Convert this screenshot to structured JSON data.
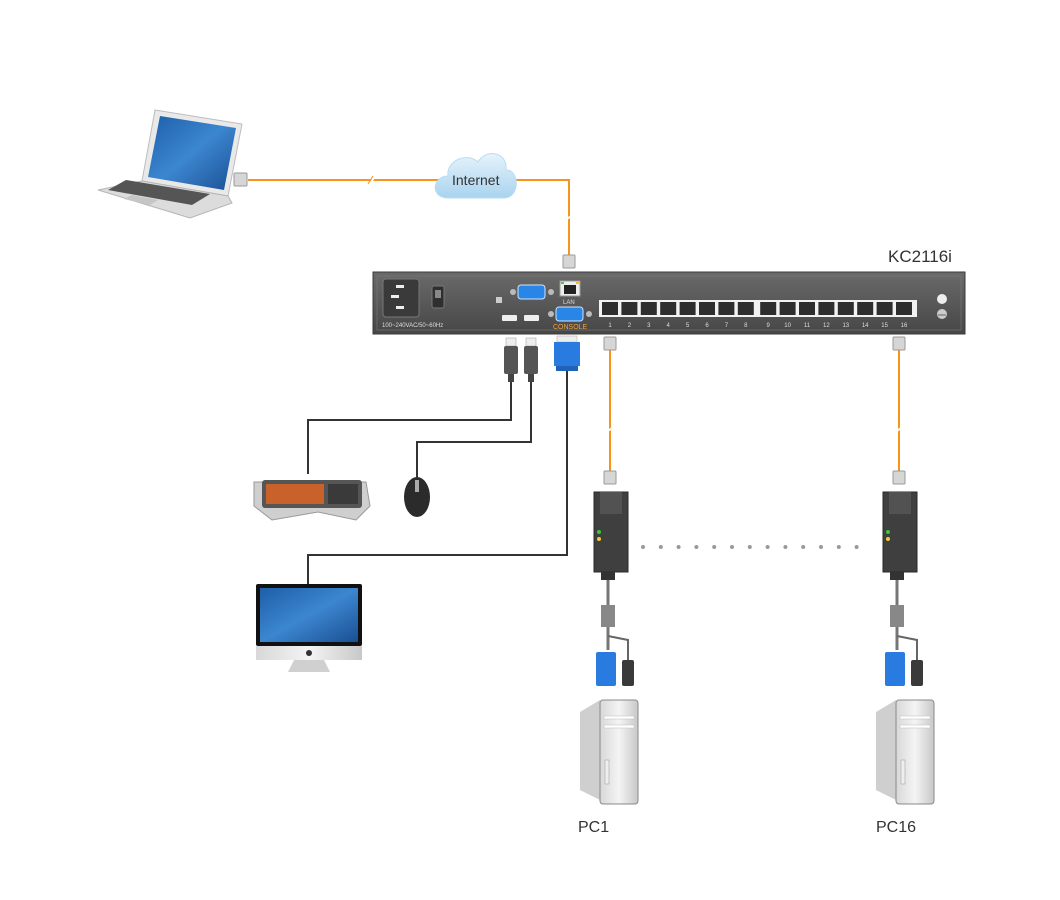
{
  "diagram": {
    "title": "KC2116i",
    "cloud_label": "Internet",
    "power_rating": "100~240VAC/50~60Hz",
    "lan_label": "LAN",
    "console_label": "CONSOLE",
    "port_numbers": [
      "1",
      "2",
      "3",
      "4",
      "5",
      "6",
      "7",
      "8",
      "9",
      "10",
      "11",
      "12",
      "13",
      "14",
      "15",
      "16"
    ],
    "pc_labels": [
      "PC1",
      "PC16"
    ],
    "colors": {
      "network_cable": "#f7941d",
      "console_cable": "#333333",
      "device_body": "#555555",
      "vga_connector": "#2a7be0",
      "screen": "#2c6fb8"
    },
    "nodes": [
      {
        "id": "laptop",
        "name": "Remote laptop"
      },
      {
        "id": "internet",
        "name": "Internet"
      },
      {
        "id": "kvm",
        "name": "KC2116i"
      },
      {
        "id": "keyboard",
        "name": "Keyboard"
      },
      {
        "id": "mouse",
        "name": "Mouse"
      },
      {
        "id": "monitor",
        "name": "Monitor"
      },
      {
        "id": "adapter1",
        "name": "KVM adapter cable"
      },
      {
        "id": "adapter16",
        "name": "KVM adapter cable"
      },
      {
        "id": "pc1",
        "name": "PC1"
      },
      {
        "id": "pc16",
        "name": "PC16"
      }
    ],
    "edges": [
      {
        "from": "laptop",
        "to": "internet",
        "type": "network"
      },
      {
        "from": "internet",
        "to": "kvm",
        "type": "network",
        "port": "LAN"
      },
      {
        "from": "kvm",
        "to": "keyboard",
        "type": "usb"
      },
      {
        "from": "kvm",
        "to": "mouse",
        "type": "usb"
      },
      {
        "from": "kvm",
        "to": "monitor",
        "type": "vga"
      },
      {
        "from": "kvm",
        "to": "adapter1",
        "type": "network",
        "port": "1"
      },
      {
        "from": "kvm",
        "to": "adapter16",
        "type": "network",
        "port": "16"
      },
      {
        "from": "adapter1",
        "to": "pc1",
        "type": "vga+usb"
      },
      {
        "from": "adapter16",
        "to": "pc16",
        "type": "vga+usb"
      }
    ]
  }
}
